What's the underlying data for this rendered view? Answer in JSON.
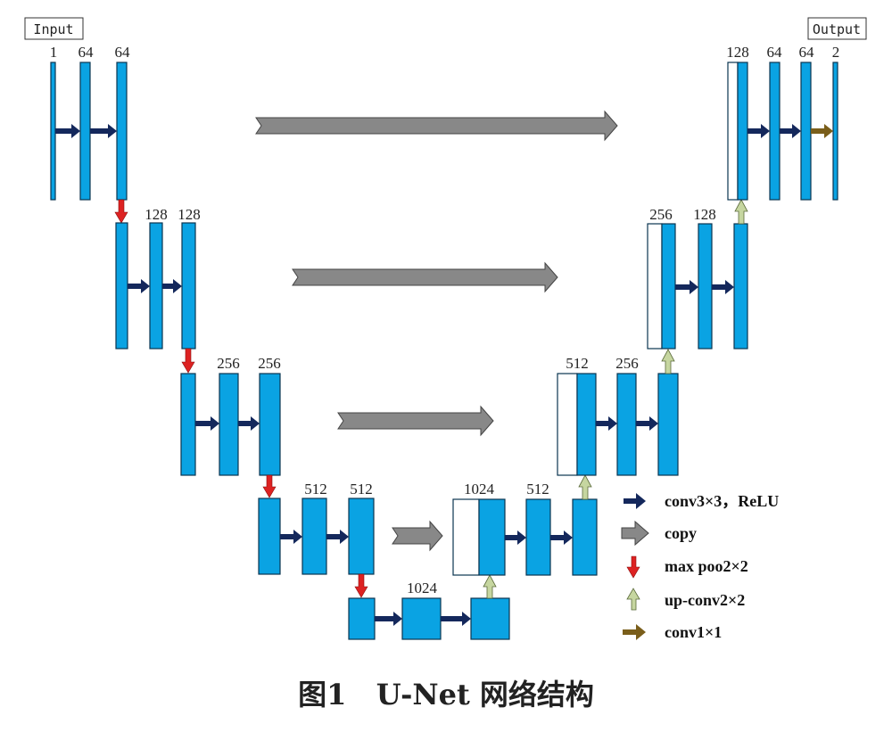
{
  "input_label": "Input",
  "output_label": "Output",
  "channels": {
    "enc1": [
      "1",
      "64",
      "64"
    ],
    "enc2": [
      "128",
      "128"
    ],
    "enc3": [
      "256",
      "256"
    ],
    "enc4": [
      "512",
      "512"
    ],
    "bottleneck": "1024",
    "dec4": [
      "1024",
      "512"
    ],
    "dec3": [
      "512",
      "256"
    ],
    "dec2": [
      "256",
      "128"
    ],
    "dec1": [
      "128",
      "64",
      "64",
      "2"
    ]
  },
  "legend": {
    "conv": "conv3×3，ReLU",
    "copy": "copy",
    "pool": "max poo2×2",
    "upconv": "up-conv2×2",
    "conv1": "conv1×1"
  },
  "caption": "图1   U-Net 网络结构",
  "colors": {
    "block": "#0aa3e3",
    "conv_arrow": "#14285c",
    "copy_arrow": "#888888",
    "pool_arrow": "#dd2222",
    "upconv_arrow": "#c6d6a0",
    "conv1_arrow": "#7a5e1a"
  }
}
